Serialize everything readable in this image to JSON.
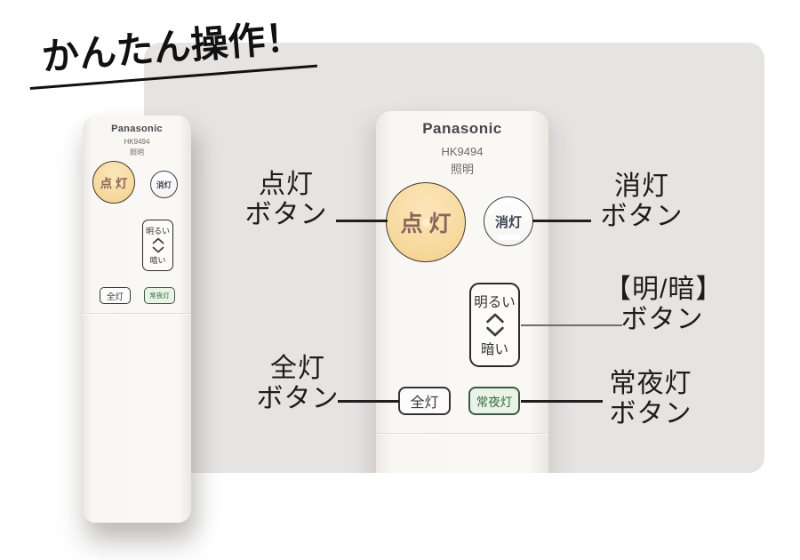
{
  "title": "かんたん操作！",
  "remote": {
    "brand": "Panasonic",
    "model": "HK9494",
    "type_label": "照明",
    "buttons": {
      "tento": "点 灯",
      "shoto": "消灯",
      "brighter": "明るい",
      "darker": "暗い",
      "zento": "全灯",
      "joyato": "常夜灯"
    }
  },
  "callouts": {
    "tento": {
      "line1": "点灯",
      "line2": "ボタン"
    },
    "shoto": {
      "line1": "消灯",
      "line2": "ボタン"
    },
    "meian": {
      "line1": "【明/暗】",
      "line2": "ボタン"
    },
    "zento": {
      "line1": "全灯",
      "line2": "ボタン"
    },
    "joyato": {
      "line1": "常夜灯",
      "line2": "ボタン"
    }
  },
  "colors": {
    "panel_bg": "#e6e4e2",
    "remote_body": "#f8f6f4",
    "tento_button_fill": "#f8dba2",
    "tento_button_text": "#8a665a",
    "shoto_button_text": "#3d4454",
    "joyato_button_fill": "#eaf3e7",
    "joyato_button_text": "#2f6b36",
    "label_text": "#1c1c1c",
    "title_text": "#111111"
  }
}
